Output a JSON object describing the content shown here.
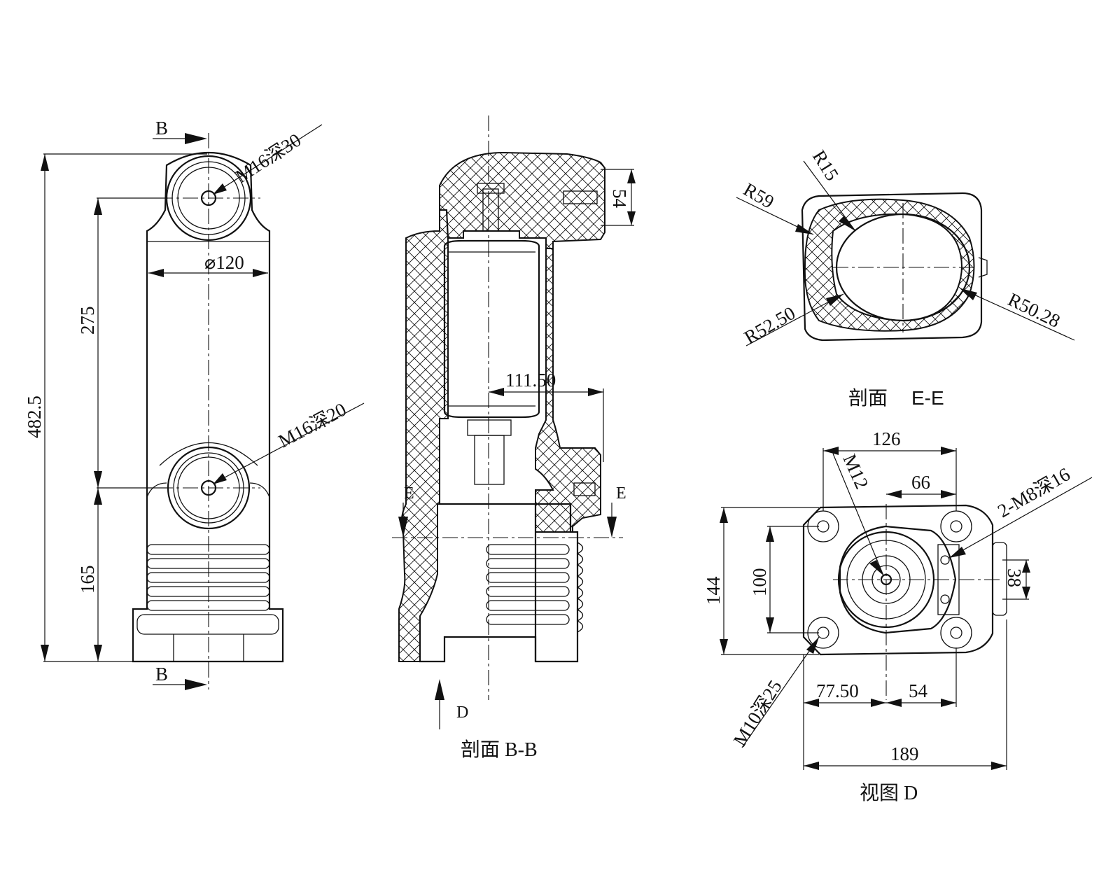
{
  "view_front": {
    "section_marker_top": "B",
    "section_marker_bottom": "B",
    "thread_upper": "M16深30",
    "thread_lower": "M16深20",
    "diameter": "⌀120",
    "dim_total_height": "482.5",
    "dim_upper": "275",
    "dim_lower": "165"
  },
  "view_section_bb": {
    "caption": "剖面 B-B",
    "dim_terminal": "54",
    "dim_offset": "111.50",
    "section_marker_left": "E",
    "section_marker_right": "E",
    "view_marker": "D"
  },
  "view_section_ee": {
    "caption_prefix": "剖面",
    "caption_suffix": "E-E",
    "r_59": "R59",
    "r_15": "R15",
    "r_52": "R52.50",
    "r_50": "R50.28"
  },
  "view_d": {
    "caption": "视图 D",
    "dim_126": "126",
    "dim_66": "66",
    "thread_center": "M12",
    "thread_holes": "2-M8深16",
    "dim_144": "144",
    "dim_100": "100",
    "dim_38": "38",
    "thread_bottom": "M10深25",
    "dim_77": "77.50",
    "dim_54": "54",
    "dim_189": "189"
  }
}
